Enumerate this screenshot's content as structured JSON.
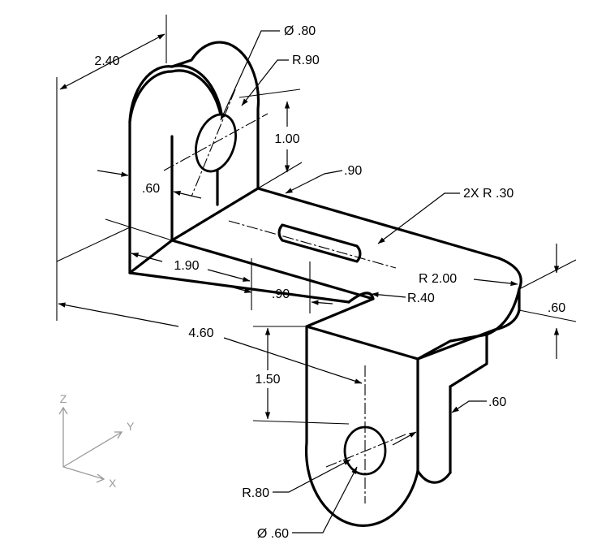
{
  "dimensions": {
    "width_240": "2.40",
    "hole_dia_80": "Ø .80",
    "radius_90": "R.90",
    "height_100": "1.00",
    "thick_90": ".90",
    "slot_2x_r30": "2X    R .30",
    "wall_60": ".60",
    "len_190": "1.90",
    "len_90": ".90",
    "radius_200": "R 2.00",
    "radius_40": "R.40",
    "thick_60_right": ".60",
    "len_460": "4.60",
    "height_150": "1.50",
    "wall_60_lower": ".60",
    "radius_80": "R.80",
    "hole_dia_60": "Ø .60"
  },
  "axes": {
    "z": "Z",
    "y": "Y",
    "x": "X"
  }
}
